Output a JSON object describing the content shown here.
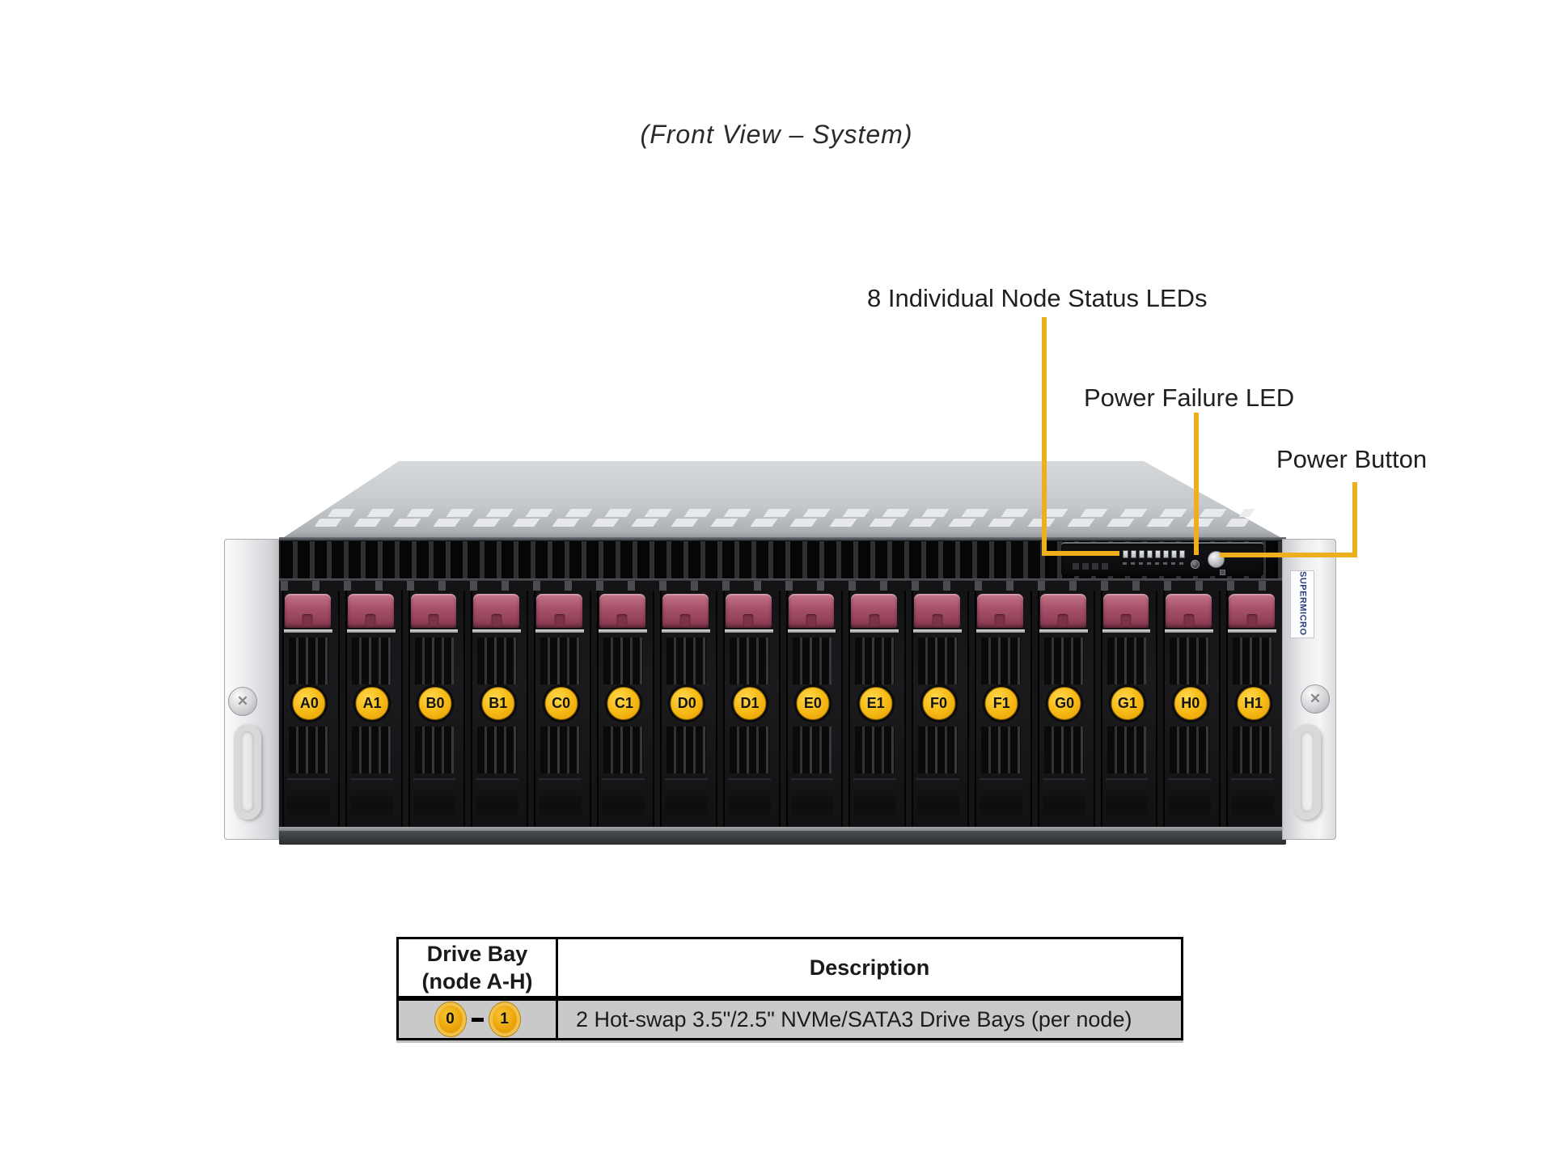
{
  "title": "(Front View – System)",
  "callouts": {
    "node_status": "8 Individual Node Status LEDs",
    "power_failure": "Power Failure LED",
    "power_button": "Power Button"
  },
  "server": {
    "brand": "SUPERMICRO",
    "node_status_led_count": 8,
    "drive_bays": [
      "A0",
      "A1",
      "B0",
      "B1",
      "C0",
      "C1",
      "D0",
      "D1",
      "E0",
      "E1",
      "F0",
      "F1",
      "G0",
      "G1",
      "H0",
      "H1"
    ]
  },
  "table": {
    "header": {
      "col1_line1": "Drive Bay",
      "col1_line2": "(node A-H)",
      "col2": "Description"
    },
    "row": {
      "bay_start": "0",
      "bay_end": "1",
      "description": "2 Hot-swap 3.5\"/2.5\" NVMe/SATA3 Drive Bays (per node)"
    }
  },
  "colors": {
    "callout_line": "#EFAF1C",
    "bay_label_fill": "#F7BB16",
    "tray_latch": "#A65069",
    "table_row_bg": "#C9C9C9",
    "brand_blue": "#28407E",
    "brand_red": "#CF1F25"
  }
}
